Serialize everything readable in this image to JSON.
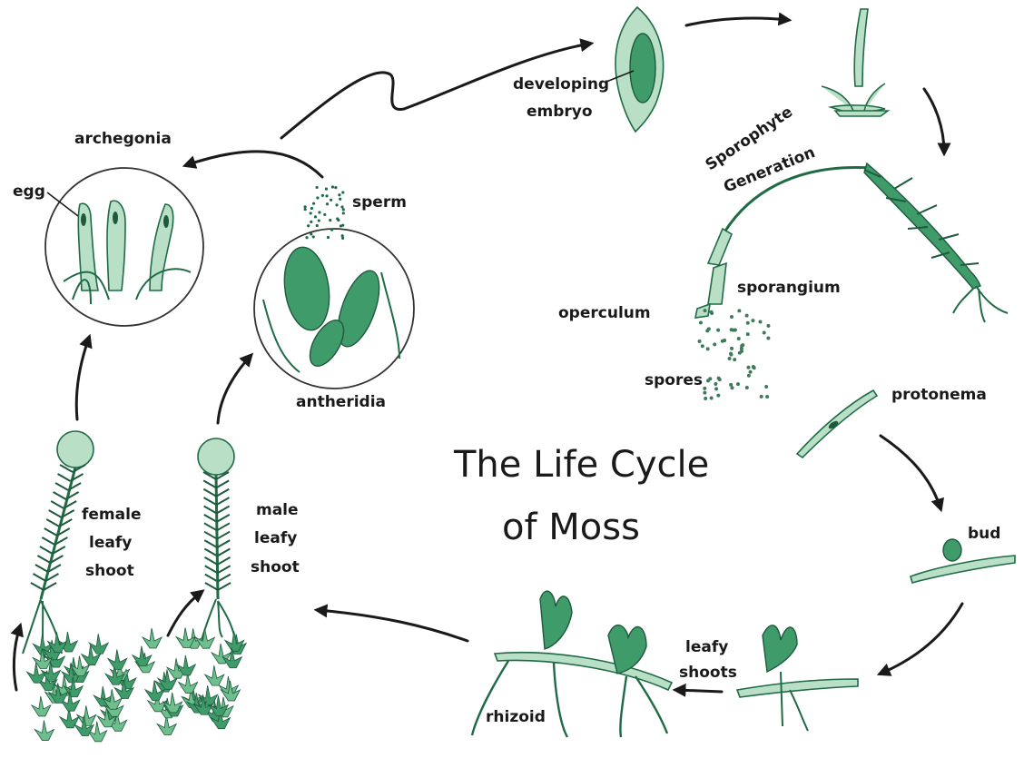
{
  "title": {
    "line1": "The Life Cycle",
    "line2": "of Moss"
  },
  "labels": {
    "developing_embryo_1": "developing",
    "developing_embryo_2": "embryo",
    "archegonia": "archegonia",
    "egg": "egg",
    "sperm": "sperm",
    "antheridia": "antheridia",
    "sporophyte_1": "Sporophyte",
    "sporophyte_2": "Generation",
    "sporangium": "sporangium",
    "operculum": "operculum",
    "spores": "spores",
    "protonema": "protonema",
    "bud": "bud",
    "leafy_shoots_1": "leafy",
    "leafy_shoots_2": "shoots",
    "rhizoid": "rhizoid",
    "female_1": "female",
    "female_2": "leafy",
    "female_3": "shoot",
    "male_1": "male",
    "male_2": "leafy",
    "male_3": "shoot"
  },
  "colors": {
    "plant_light": "#b9dfc6",
    "plant_dark": "#3f9b6a",
    "outline": "#1f6b45",
    "ink": "#1a1a1a"
  }
}
